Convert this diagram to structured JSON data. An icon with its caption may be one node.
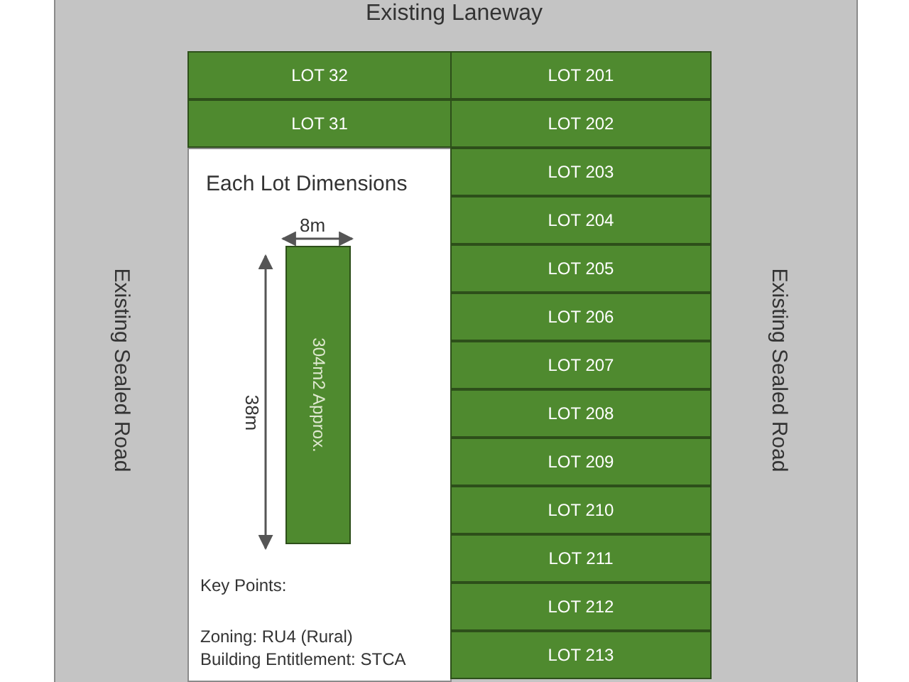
{
  "diagram": {
    "nodes": [
      {
        "text": [
          "LOT 32"
        ]
      },
      {
        "text": [
          "LOT 201"
        ]
      },
      {
        "text": [
          "LOT 31"
        ]
      },
      {
        "text": [
          "LOT 202"
        ]
      },
      {
        "text": [
          "Each Lot Dimensions",
          "Key Points:",
          "Zoning: RU4 (Rural)",
          "Building Entitlement: STCA"
        ]
      },
      {
        "text": [
          "304m2 Approx."
        ],
        "in": 4
      },
      {
        "text": [
          "LOT 203"
        ]
      },
      {
        "text": [
          "LOT 204"
        ]
      },
      {
        "text": [
          "LOT 205"
        ]
      },
      {
        "text": [
          "LOT 206"
        ]
      },
      {
        "text": [
          "LOT 207"
        ]
      },
      {
        "text": [
          "LOT 208"
        ]
      },
      {
        "text": [
          "LOT 209"
        ]
      },
      {
        "text": [
          "LOT 210"
        ]
      },
      {
        "text": [
          "LOT 211"
        ]
      },
      {
        "text": [
          "LOT 212"
        ]
      },
      {
        "text": [
          "LOT 213"
        ]
      }
    ],
    "edges": [],
    "labels": [
      "Existing Laneway",
      "Existing Sealed Road",
      "Existing Sealed Road",
      "8m",
      "38m"
    ]
  }
}
